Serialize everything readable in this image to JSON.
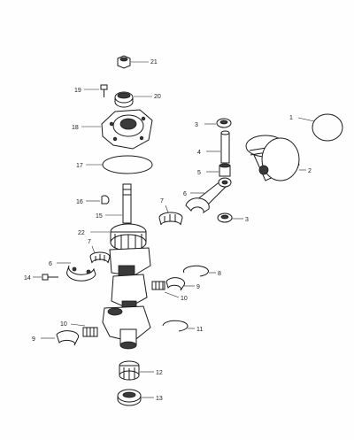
{
  "diagram": {
    "callouts": {
      "c1": "1",
      "c2": "2",
      "c3a": "3",
      "c3b": "3",
      "c4": "4",
      "c5": "5",
      "c6a": "6",
      "c6b": "6",
      "c7a": "7",
      "c7b": "7",
      "c8": "8",
      "c9a": "9",
      "c9b": "9",
      "c10a": "10",
      "c10b": "10",
      "c11": "11",
      "c12": "12",
      "c13": "13",
      "c14": "14",
      "c15": "15",
      "c16": "16",
      "c17": "17",
      "c18": "18",
      "c19": "19",
      "c20": "20",
      "c21": "21",
      "c22": "22"
    }
  }
}
